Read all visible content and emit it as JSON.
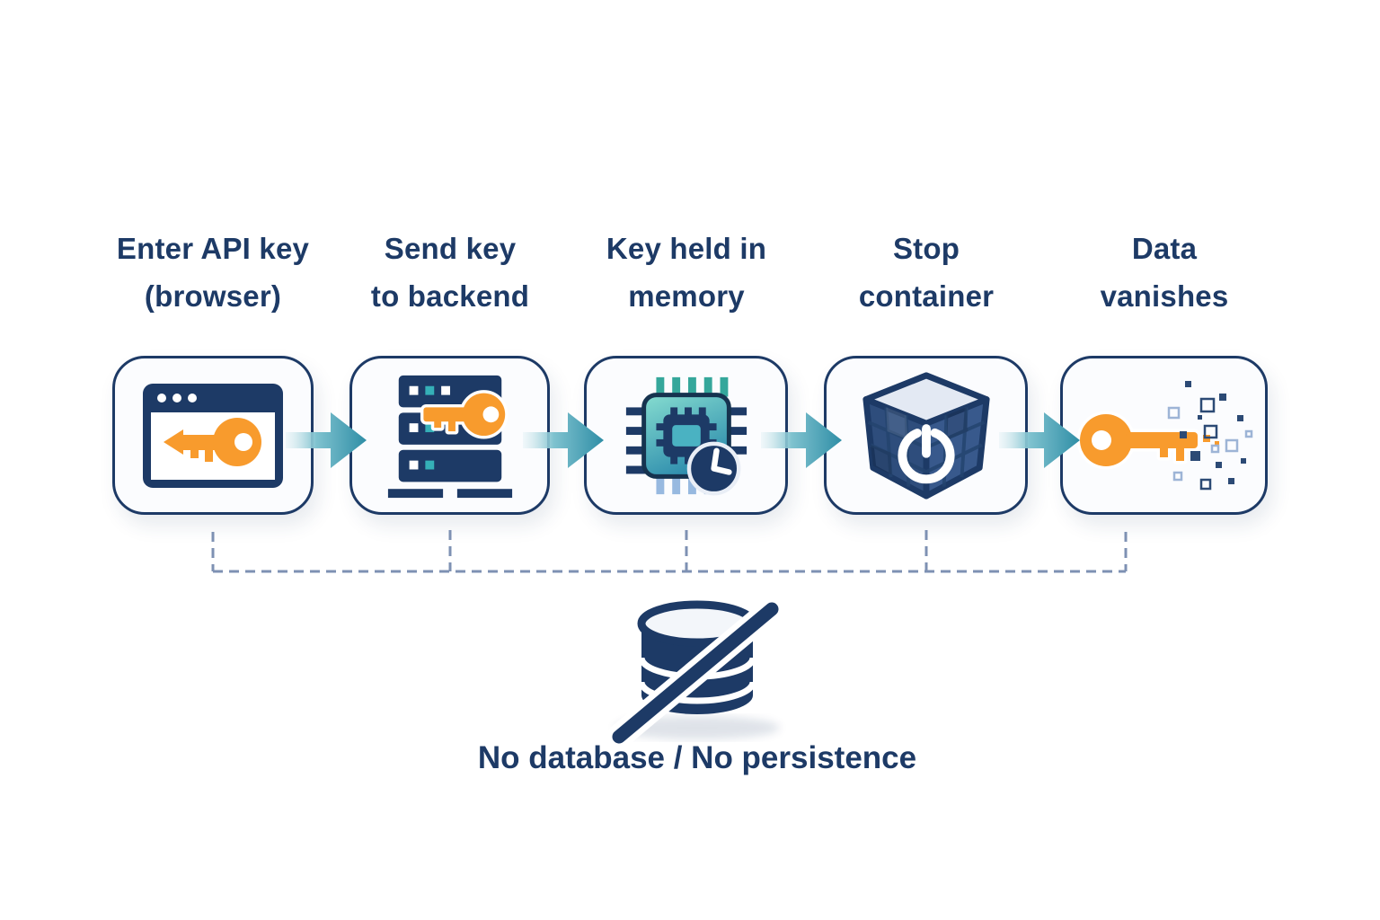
{
  "diagram_title": "",
  "steps": [
    {
      "label_line1": "Enter API key",
      "label_line2": "(browser)",
      "icon": "browser-key-icon"
    },
    {
      "label_line1": "Send key",
      "label_line2": "to backend",
      "icon": "server-key-icon"
    },
    {
      "label_line1": "Key held in",
      "label_line2": "memory",
      "icon": "chip-clock-icon"
    },
    {
      "label_line1": "Stop",
      "label_line2": "container",
      "icon": "container-power-icon"
    },
    {
      "label_line1": "Data",
      "label_line2": "vanishes",
      "icon": "dissolving-key-icon"
    }
  ],
  "arrows": {
    "count": 4,
    "direction": "right",
    "color": "#2f8ea6"
  },
  "connector": {
    "style": "dashed",
    "color": "#7e91b3"
  },
  "footer": {
    "caption": "No database / No persistence",
    "icon": "database-slash-icon"
  },
  "colors": {
    "navy": "#1d3a66",
    "orange": "#f89b2d",
    "teal": "#35b0b8",
    "dash": "#7e91b3",
    "card_bg": "#fbfcfe",
    "page_bg": "#ffffff"
  }
}
